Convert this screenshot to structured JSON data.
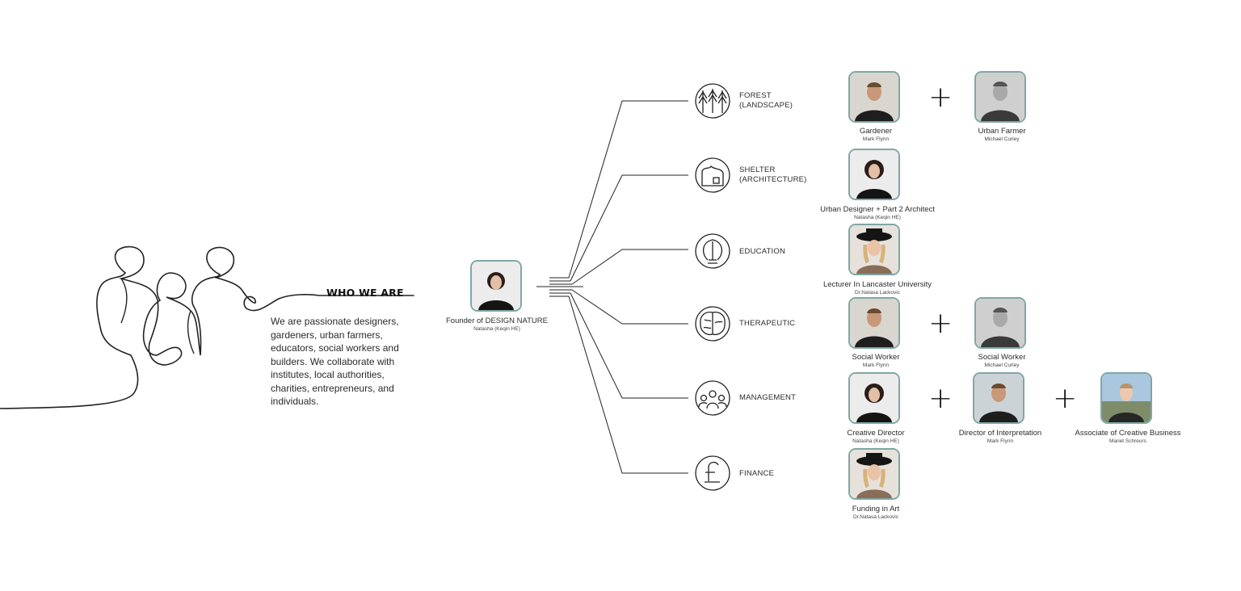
{
  "heading": "WHO WE ARE",
  "intro": "We are passionate designers, gardeners, urban farmers, educators, social workers and builders. We collaborate with institutes, local authorities, charities, entrepreneurs, and individuals.",
  "founder": {
    "role": "Founder of DESIGN NATURE",
    "name": "Natasha (Keqin HE)"
  },
  "departments": [
    {
      "line1": "FOREST",
      "line2": "(LANDSCAPE)",
      "icon": "trees-icon"
    },
    {
      "line1": "SHELTER",
      "line2": "(ARCHITECTURE)",
      "icon": "house-icon"
    },
    {
      "line1": "EDUCATION",
      "line2": "",
      "icon": "lightbulb-brain-icon"
    },
    {
      "line1": "THERAPEUTIC",
      "line2": "",
      "icon": "brain-icon"
    },
    {
      "line1": "MANAGEMENT",
      "line2": "",
      "icon": "people-group-icon"
    },
    {
      "line1": "FINANCE",
      "line2": "",
      "icon": "pound-sign-icon"
    }
  ],
  "members": [
    {
      "role": "Gardener",
      "name": "Mark Flynn"
    },
    {
      "role": "Urban Farmer",
      "name": "Michael Curley"
    },
    {
      "role": "Urban Designer + Part 2 Architect",
      "name": "Natasha (Keqin HE)"
    },
    {
      "role": "Lecturer In Lancaster University",
      "name": "Dr.Natasa Lackovic"
    },
    {
      "role": "Social Worker",
      "name": "Mark Flynn"
    },
    {
      "role": "Social Worker",
      "name": "Michael Curley"
    },
    {
      "role": "Creative Director",
      "name": "Natasha (Keqin HE)"
    },
    {
      "role": "Director of Interpretation",
      "name": "Mark Flynn"
    },
    {
      "role": "Associate of Creative Business",
      "name": "Mariet Schreurs"
    },
    {
      "role": "Funding in Art",
      "name": "Dr.Natasa Lackovic"
    }
  ],
  "plus_sign": "+",
  "colors": {
    "frame": "#7fa7a5",
    "line": "#222222"
  }
}
